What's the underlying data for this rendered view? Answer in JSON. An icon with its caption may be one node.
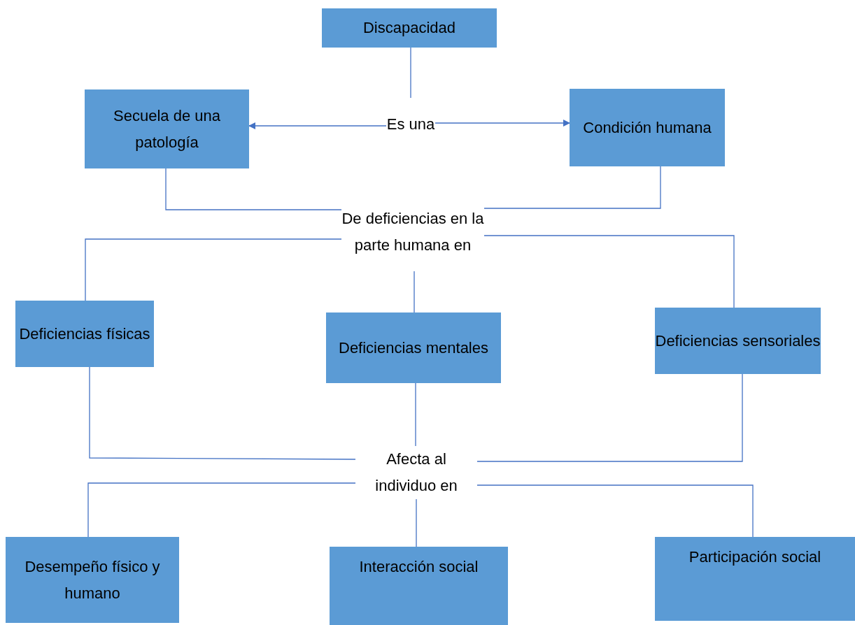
{
  "diagram": {
    "nodes": [
      {
        "text": [
          "Discapacidad"
        ]
      },
      {
        "text": [
          "Es una"
        ]
      },
      {
        "text": [
          "Secuela de una patología"
        ]
      },
      {
        "text": [
          "Condición humana"
        ]
      },
      {
        "text": [
          "De deficiencias en la parte humana en"
        ]
      },
      {
        "text": [
          "Deficiencias físicas"
        ]
      },
      {
        "text": [
          "Deficiencias mentales"
        ]
      },
      {
        "text": [
          "Deficiencias sensoriales"
        ]
      },
      {
        "text": [
          "Afecta al individuo en"
        ]
      },
      {
        "text": [
          "Desempeño físico y humano"
        ]
      },
      {
        "text": [
          "Interacción social"
        ]
      },
      {
        "text": [
          "Participación social"
        ]
      }
    ],
    "edges": [
      {
        "from": 0,
        "to": 1,
        "arrow": "none"
      },
      {
        "from": 1,
        "to": 2,
        "arrow": "to"
      },
      {
        "from": 1,
        "to": 3,
        "arrow": "to"
      },
      {
        "from": 2,
        "to": 4,
        "arrow": "none"
      },
      {
        "from": 3,
        "to": 4,
        "arrow": "none"
      },
      {
        "from": 4,
        "to": 5,
        "arrow": "none"
      },
      {
        "from": 4,
        "to": 6,
        "arrow": "none"
      },
      {
        "from": 4,
        "to": 7,
        "arrow": "none"
      },
      {
        "from": 5,
        "to": 8,
        "arrow": "none"
      },
      {
        "from": 6,
        "to": 8,
        "arrow": "none"
      },
      {
        "from": 7,
        "to": 8,
        "arrow": "none"
      },
      {
        "from": 8,
        "to": 9,
        "arrow": "none"
      },
      {
        "from": 8,
        "to": 10,
        "arrow": "none"
      },
      {
        "from": 8,
        "to": 11,
        "arrow": "none"
      }
    ]
  }
}
